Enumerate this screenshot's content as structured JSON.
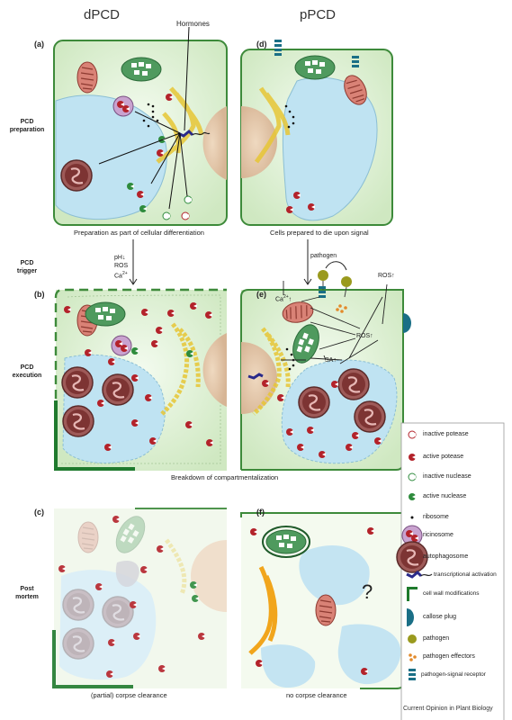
{
  "columns": {
    "left": "dPCD",
    "right": "pPCD"
  },
  "panels": {
    "a": "(a)",
    "b": "(b)",
    "c": "(c)",
    "d": "(d)",
    "e": "(e)",
    "f": "(f)"
  },
  "stages": {
    "preparation": [
      "PCD",
      "preparation"
    ],
    "trigger": [
      "PCD",
      "trigger"
    ],
    "execution": [
      "PCD",
      "execution"
    ],
    "postmortem": [
      "Post",
      "mortem"
    ]
  },
  "labels": {
    "hormones": "Hormones",
    "trigger_ph": "pH↓",
    "trigger_ros": "ROS",
    "trigger_ca": "Ca",
    "trigger_ca_sup": "2+",
    "pathogen": "pathogen",
    "e_ca": "Ca",
    "e_ca_sup": "2+",
    "e_ca_arrow": "↑",
    "e_ros_top": "ROS↑",
    "e_ros_mid": "ROS↑",
    "e_sa": "SA↑",
    "question": "?"
  },
  "captions": {
    "a": "Preparation as part of cellular differentiation",
    "d": "Cells prepared to die upon signal",
    "b": "Breakdown of compartmentalization",
    "c": "(partial) corpse clearance",
    "f": "no corpse clearance"
  },
  "legend": [
    {
      "icon": "inactive-protease-icon",
      "label": "inactive potease"
    },
    {
      "icon": "active-protease-icon",
      "label": "active potease"
    },
    {
      "icon": "inactive-nuclease-icon",
      "label": "inactive nuclease"
    },
    {
      "icon": "active-nuclease-icon",
      "label": "active nuclease"
    },
    {
      "icon": "ribosome-icon",
      "label": "ribosome"
    },
    {
      "icon": "ricinosome-icon",
      "label": "ricinosome"
    },
    {
      "icon": "autophagosome-icon",
      "label": "autophagosome"
    },
    {
      "icon": "transcriptional-activation-icon",
      "label": "transcriptional activation"
    },
    {
      "icon": "cell-wall-modifications-icon",
      "label": "cell wall modifications"
    },
    {
      "icon": "callose-plug-icon",
      "label": "callose plug"
    },
    {
      "icon": "pathogen-icon",
      "label": "pathogen"
    },
    {
      "icon": "pathogen-effectors-icon",
      "label": "pathogen effectors"
    },
    {
      "icon": "pathogen-signal-receptor-icon",
      "label": "pathogen-signal receptor"
    }
  ],
  "footer": "Current Opinion in Plant Biology",
  "colors": {
    "cell_fill": "#dcefd2",
    "cell_border": "#3d8a3a",
    "vacuole": "#bfe3f2",
    "er": "#f4e27a",
    "protease": "#b3222a",
    "nuclease": "#2e8b3c",
    "mitochondrion": "#c9675c",
    "chloroplast": "#3f8a52",
    "pathogen": "#9a9a1e",
    "callose": "#1a6f86"
  }
}
